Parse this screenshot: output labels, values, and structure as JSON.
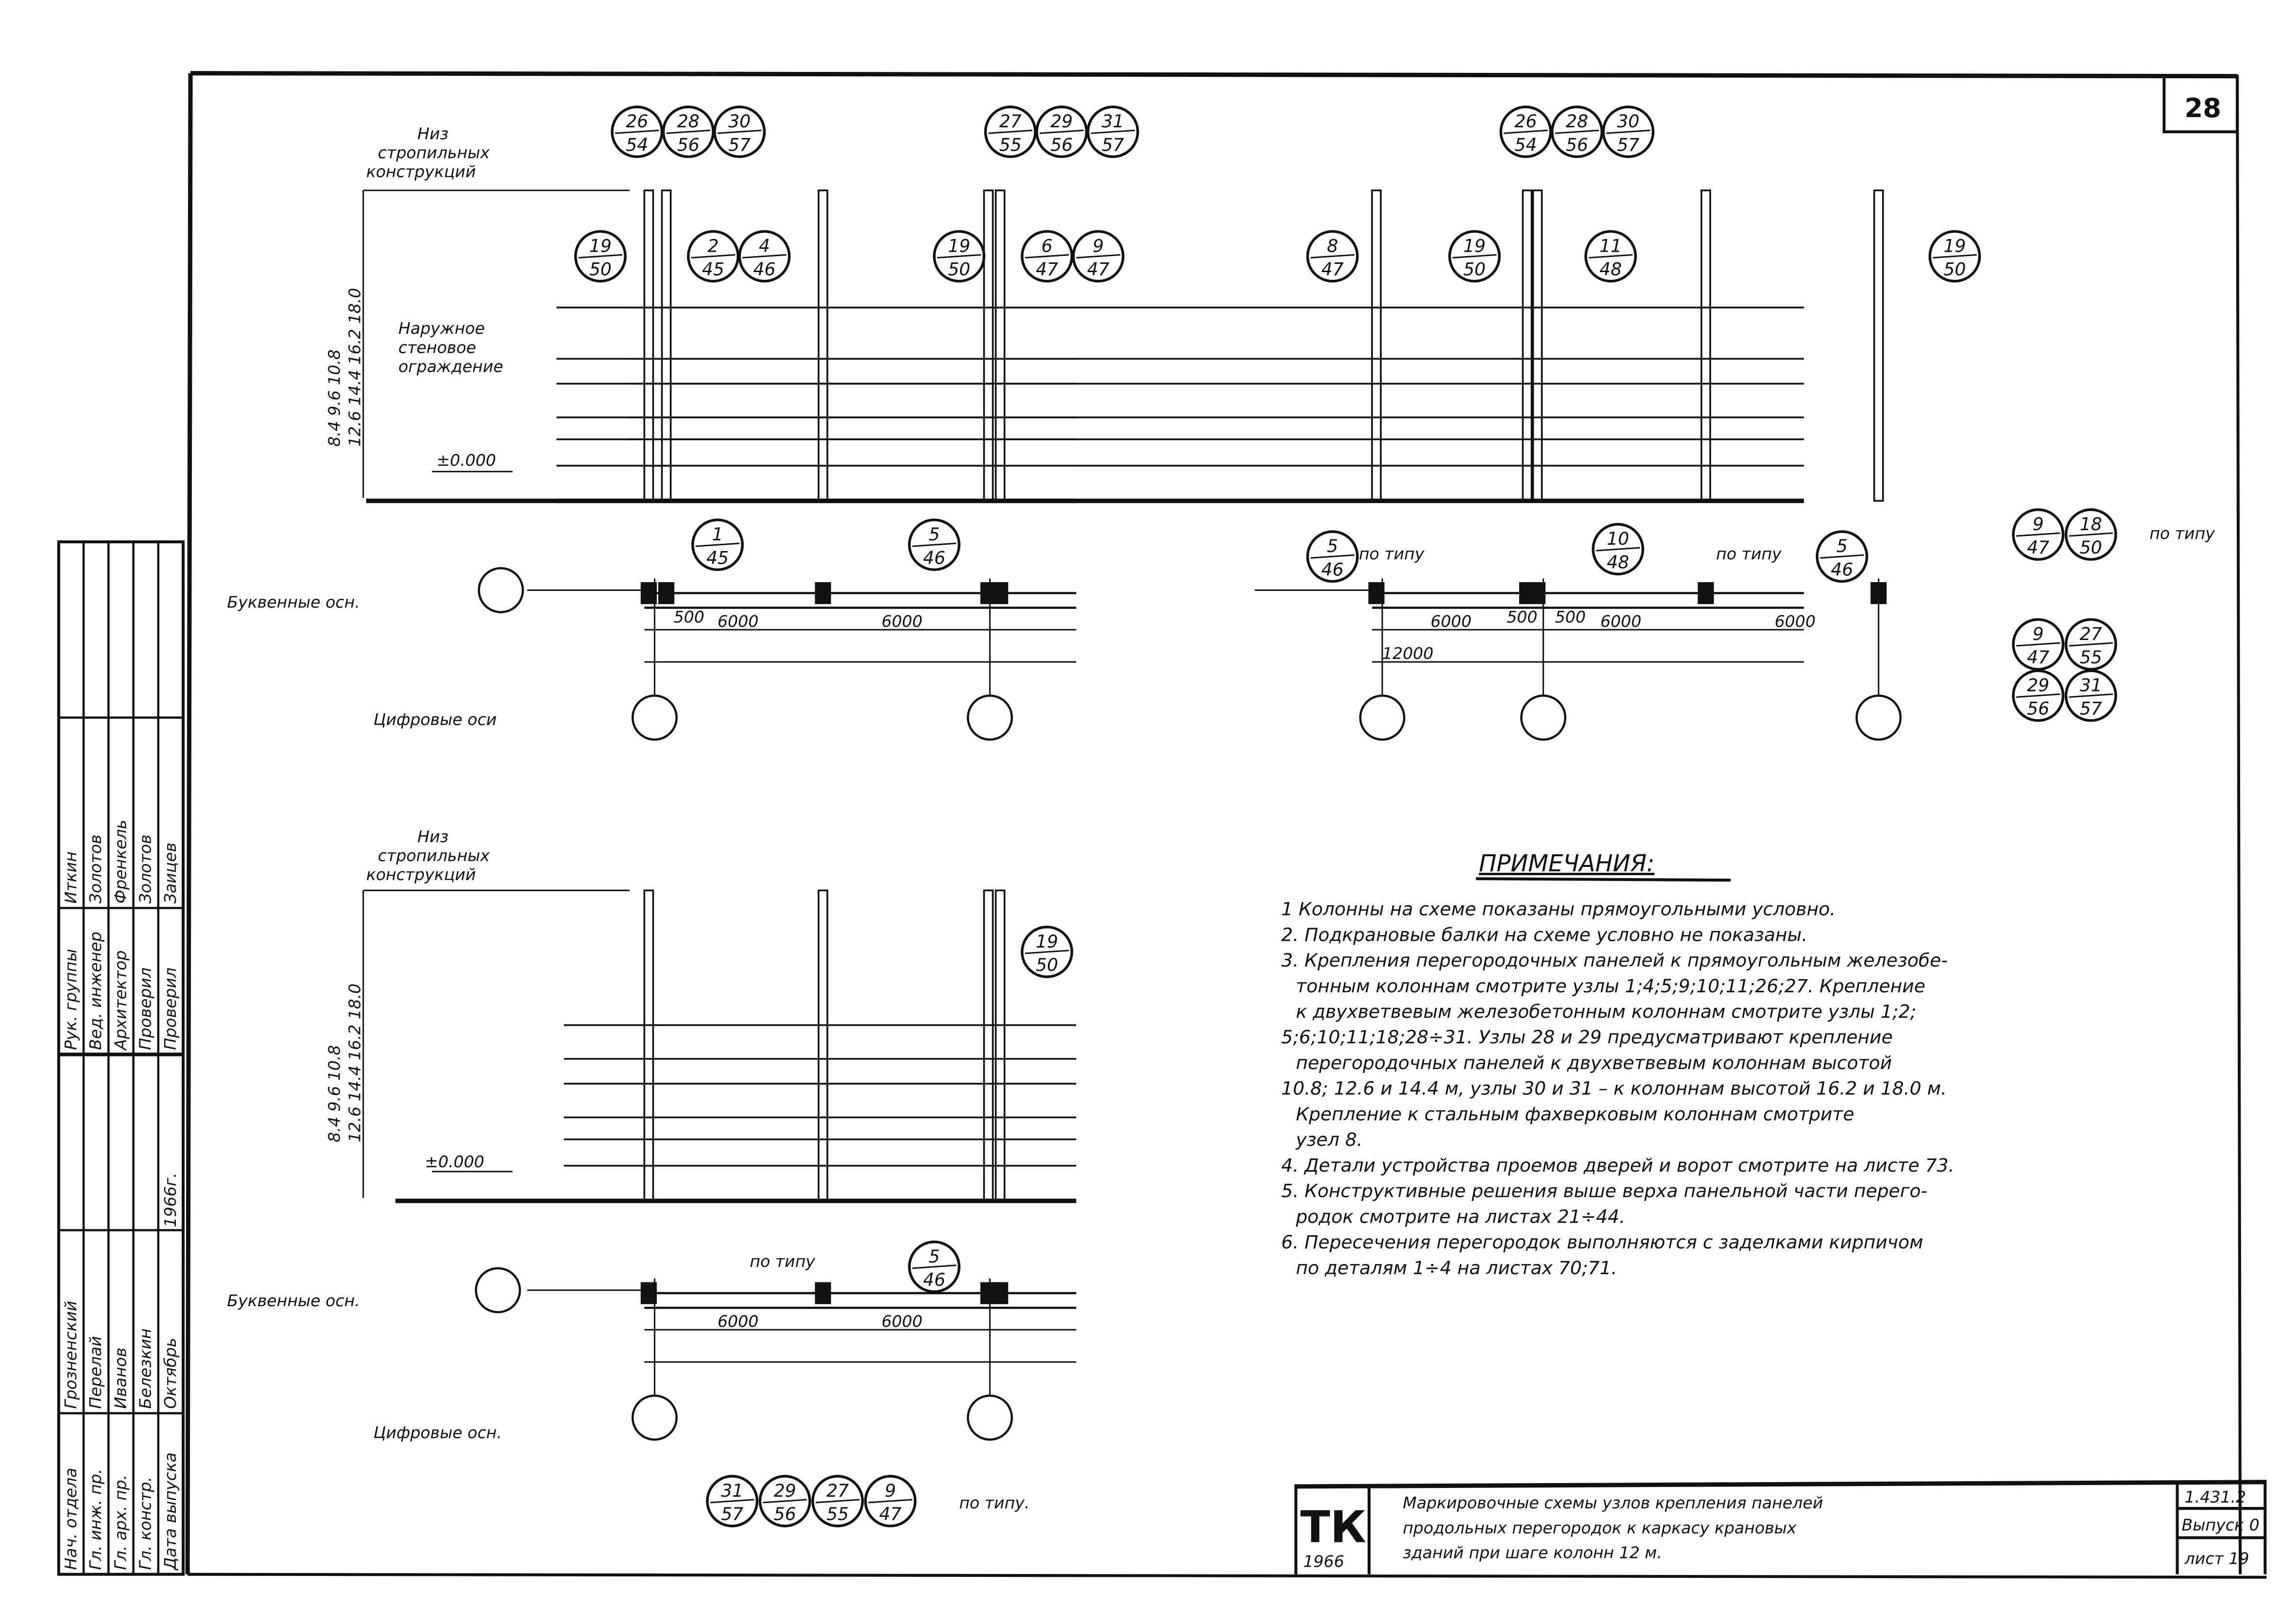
{
  "sheet_number": "28",
  "labels": {
    "roof_bottom": [
      "Низ",
      "стропильных",
      "конструкций"
    ],
    "outer_wall": [
      "Наружное",
      "стеновое",
      "ограждение"
    ],
    "heights_row1": "8.4  9.6  10.8",
    "heights_row2": "12.6  14.4  16.2  18.0",
    "zero_mark": "±0.000",
    "letter_axes": "Буквенные осн.",
    "digit_axes": "Цифровые оси",
    "letter_axes_bottom": "Буквенные осн.",
    "digit_axes_bottom": "Цифровые осн.",
    "by_type": "по типу",
    "by_type_dot": "по типу.",
    "dim_6000": "6000",
    "dim_12000": "12000",
    "dim_500": "500"
  },
  "nodes": {
    "top_left": [
      [
        "26",
        "54"
      ],
      [
        "28",
        "56"
      ],
      [
        "30",
        "57"
      ],
      [
        "27",
        "55"
      ],
      [
        "29",
        "56"
      ],
      [
        "31",
        "57"
      ],
      [
        "19",
        "50"
      ],
      [
        "2",
        "45"
      ],
      [
        "4",
        "46"
      ],
      [
        "19",
        "50"
      ],
      [
        "6",
        "47"
      ],
      [
        "9",
        "47"
      ],
      [
        "1",
        "45"
      ],
      [
        "5",
        "46"
      ]
    ],
    "top_right": [
      [
        "26",
        "54"
      ],
      [
        "28",
        "56"
      ],
      [
        "30",
        "57"
      ],
      [
        "8",
        "47"
      ],
      [
        "19",
        "50"
      ],
      [
        "11",
        "48"
      ],
      [
        "19",
        "50"
      ],
      [
        "5",
        "46"
      ],
      [
        "10",
        "48"
      ],
      [
        "5",
        "46"
      ],
      [
        "9",
        "47"
      ],
      [
        "18",
        "50"
      ],
      [
        "9",
        "47"
      ],
      [
        "27",
        "55"
      ],
      [
        "29",
        "56"
      ],
      [
        "31",
        "57"
      ]
    ],
    "bottom_left": [
      [
        "19",
        "50"
      ],
      [
        "5",
        "46"
      ],
      [
        "31",
        "57"
      ],
      [
        "29",
        "56"
      ],
      [
        "27",
        "55"
      ],
      [
        "9",
        "47"
      ]
    ]
  },
  "notes": {
    "title": "ПРИМЕЧАНИЯ:",
    "lines": [
      "1 Колонны на схеме показаны прямоугольными условно.",
      "2. Подкрановые балки на схеме условно не показаны.",
      "3. Крепления перегородочных панелей к прямоугольным железобе-",
      "тонным колоннам смотрите узлы 1;4;5;9;10;11;26;27. Крепление",
      "к двухветвевым железобетонным колоннам смотрите узлы 1;2;",
      "5;6;10;11;18;28÷31. Узлы 28 и 29 предусматривают крепление",
      "перегородочных панелей к двухветвевым колоннам высотой",
      "10.8; 12.6 и 14.4 м, узлы 30 и 31 – к колоннам высотой 16.2 и 18.0 м.",
      "Крепление к стальным фахверковым колоннам смотрите",
      "узел 8.",
      "4. Детали устройства проемов дверей и ворот смотрите на листе 73.",
      "5. Конструктивные решения выше верха панельной части перего-",
      "родок смотрите на листах 21÷44.",
      "6. Пересечения перегородок выполняются с заделками кирпичом",
      "по деталям 1÷4 на листах 70;71."
    ]
  },
  "title_block": {
    "logo": "ТК",
    "year": "1966",
    "title_lines": [
      "Маркировочные схемы узлов крепления панелей",
      "продольных перегородок к каркасу крановых",
      "зданий при шаге колонн 12 м."
    ],
    "series": "1.431.2",
    "issue": "Выпуск 0",
    "sheet": "лист 19"
  },
  "stamp": {
    "rows_left": [
      [
        "Нач. отдела",
        "Грозненский"
      ],
      [
        "Гл. инж. пр.",
        "Перелай"
      ],
      [
        "Гл. арх. пр.",
        "Иванов"
      ],
      [
        "Гл. констр.",
        "Белезкин"
      ],
      [
        "Дата выпуска",
        "Октябрь"
      ]
    ],
    "rows_right": [
      [
        "Рук. группы",
        "Иткин"
      ],
      [
        "Вед. инженер",
        "Золотов"
      ],
      [
        "Архитектор",
        "Френкель"
      ],
      [
        "Проверил",
        "Золотов"
      ],
      [
        "Проверил",
        "Заицев"
      ]
    ],
    "date_year": "1966г."
  }
}
